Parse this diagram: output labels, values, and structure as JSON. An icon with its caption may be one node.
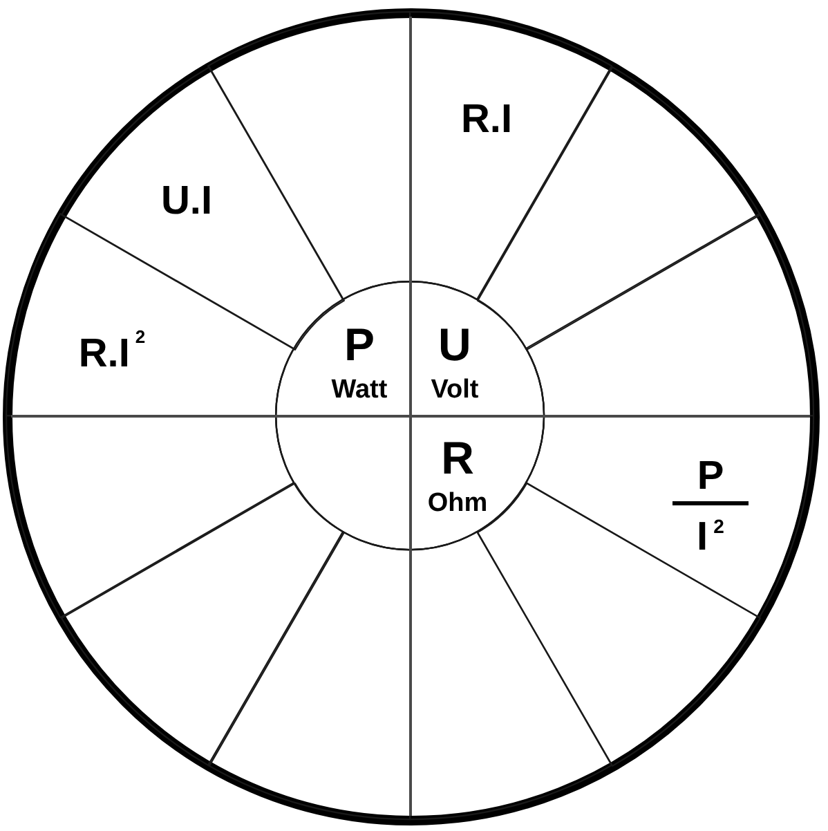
{
  "diagram": {
    "nodes": [
      {
        "text": [],
        "shape": "circle"
      },
      {
        "text": [],
        "shape": "circle",
        "in": 0
      },
      {
        "text": [
          "P",
          "Watt"
        ],
        "in": 1
      },
      {
        "text": [
          "U",
          "Volt"
        ],
        "in": 1
      },
      {
        "text": [],
        "shape": "quadrant",
        "in": 1
      },
      {
        "text": [
          "R",
          "Ohm"
        ],
        "in": 1
      },
      {
        "text": [
          "R.I"
        ],
        "in": 0
      },
      {
        "text": [],
        "shape": "sector",
        "in": 0
      },
      {
        "text": [],
        "shape": "sector",
        "in": 0
      },
      {
        "text": [
          "P",
          "I$^{2}$"
        ],
        "in": 0
      },
      {
        "text": [],
        "shape": "sector",
        "in": 0
      },
      {
        "text": [],
        "shape": "sector",
        "in": 0
      },
      {
        "text": [],
        "shape": "sector",
        "in": 0
      },
      {
        "text": [],
        "shape": "sector",
        "in": 0
      },
      {
        "text": [],
        "shape": "sector",
        "in": 0
      },
      {
        "text": [
          "R.I$^{2}$"
        ],
        "in": 0
      },
      {
        "text": [
          "U.I"
        ],
        "in": 0
      },
      {
        "text": [],
        "shape": "sector",
        "in": 0
      }
    ]
  }
}
